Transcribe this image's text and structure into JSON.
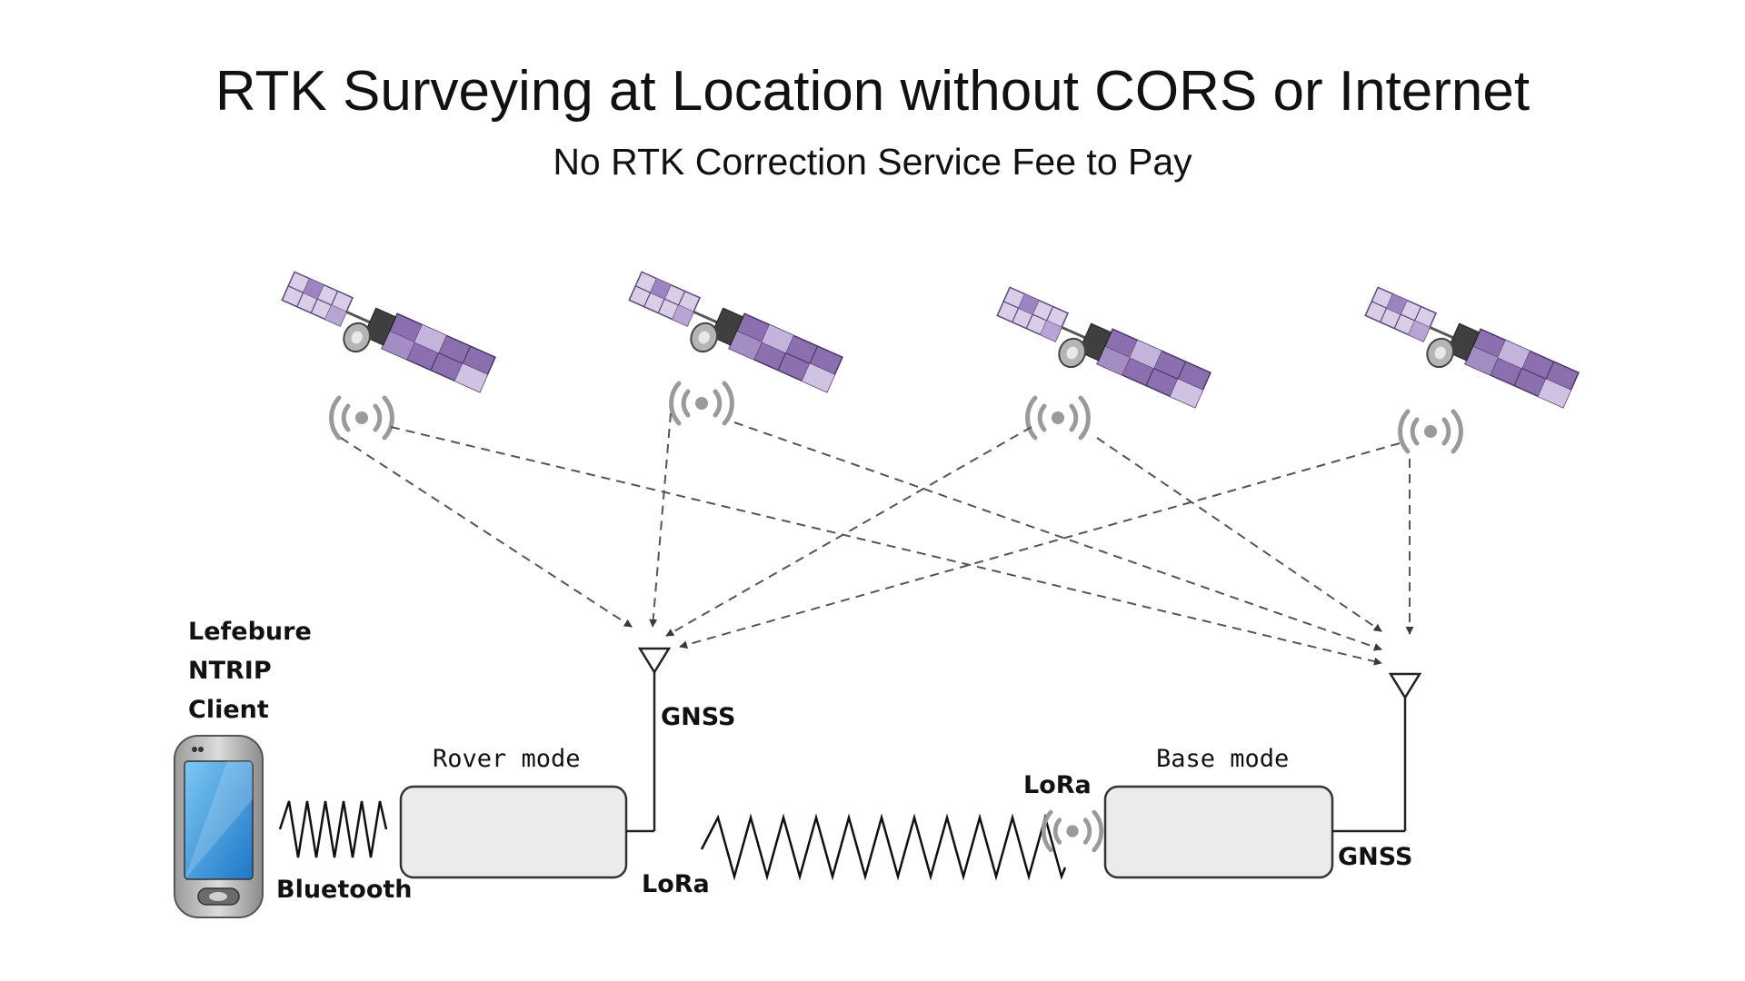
{
  "title": "RTK Surveying at Location without CORS or Internet",
  "subtitle": "No RTK Correction Service Fee to Pay",
  "phone": {
    "label_lines": [
      "Lefebure",
      "NTRIP",
      "Client"
    ]
  },
  "links": {
    "bluetooth": "Bluetooth",
    "lora_rover": "LoRa",
    "lora_base": "LoRa",
    "gnss_rover": "GNSS",
    "gnss_base": "GNSS"
  },
  "devices": {
    "rover": "Rover mode",
    "base": "Base mode"
  },
  "colors": {
    "panel_purple": "#8c6fae",
    "panel_light": "#d9cde8",
    "dashed_line": "#555555",
    "device_fill": "#ebebeb",
    "signal_gray": "#9a9a9a",
    "phone_screen": "#3a9ee0"
  },
  "icons": [
    "satellite-icon",
    "broadcast-signal-icon",
    "antenna-icon",
    "smartphone-icon",
    "wave-signal-icon"
  ]
}
